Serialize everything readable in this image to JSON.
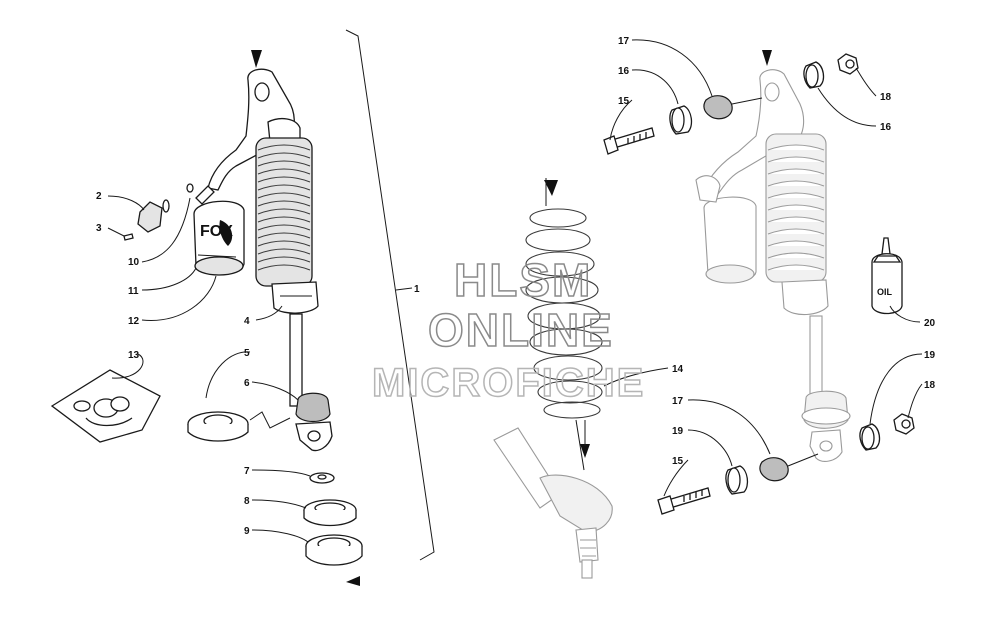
{
  "callouts": {
    "c1": "1",
    "c2": "2",
    "c3": "3",
    "c4": "4",
    "c5": "5",
    "c6": "6",
    "c7": "7",
    "c8": "8",
    "c9": "9",
    "c10": "10",
    "c11": "11",
    "c12": "12",
    "c13": "13",
    "c14": "14",
    "c15a": "15",
    "c15b": "15",
    "c16a": "16",
    "c16b": "16",
    "c17a": "17",
    "c17b": "17",
    "c18a": "18",
    "c18b": "18",
    "c19a": "19",
    "c19b": "19",
    "c20": "20"
  },
  "labels": {
    "oil_bottle": "OIL",
    "reservoir_brand": "FOX"
  },
  "watermark": {
    "line1": "HLSM",
    "line2": "ONLINE",
    "line3": "MICROFICHE"
  },
  "icons": [
    "direction-arrow-icon",
    "oil-bottle-icon",
    "fox-logo-icon"
  ]
}
